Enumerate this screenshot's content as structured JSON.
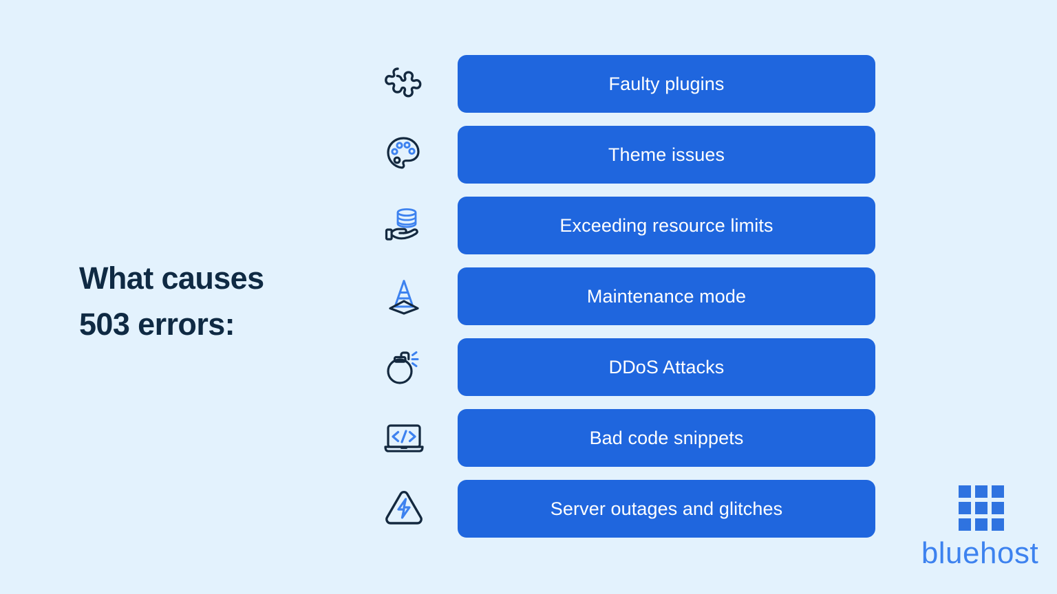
{
  "colors": {
    "background": "#e3f2fd",
    "bar_blue": "#1f66de",
    "heading_navy": "#0f2a43",
    "icon_navy": "#14293f",
    "icon_blue": "#3d82ef",
    "logo_blue": "#2f73e0",
    "bar_label_white": "#ffffff"
  },
  "heading": {
    "line1": "What causes",
    "line2": "503 errors:"
  },
  "rows": [
    {
      "icon": "puzzle-piece-icon",
      "label": "Faulty plugins"
    },
    {
      "icon": "paint-palette-icon",
      "label": "Theme issues"
    },
    {
      "icon": "database-on-hand-icon",
      "label": "Exceeding resource limits"
    },
    {
      "icon": "traffic-cone-icon",
      "label": "Maintenance mode"
    },
    {
      "icon": "bomb-icon",
      "label": "DDoS Attacks"
    },
    {
      "icon": "laptop-code-icon",
      "label": "Bad code snippets"
    },
    {
      "icon": "lightning-triangle-icon",
      "label": "Server outages and glitches"
    }
  ],
  "logo": {
    "mark": "bluehost-grid-icon",
    "wordmark": "bluehost"
  }
}
